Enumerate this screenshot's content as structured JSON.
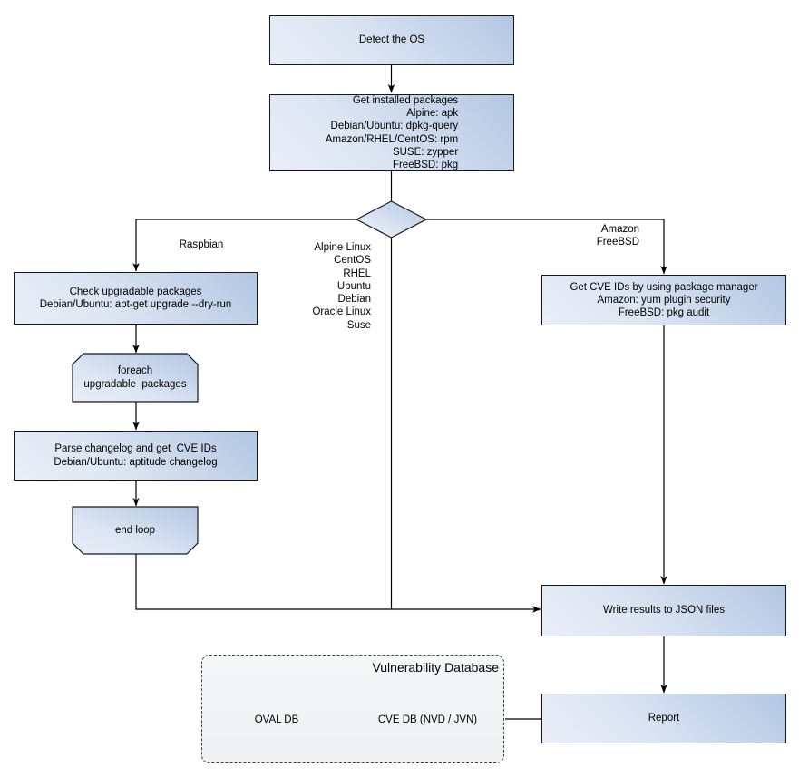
{
  "nodes": {
    "detect_os": {
      "label": "Detect the OS"
    },
    "get_installed_packages": {
      "label": "Get installed packages\nAlpine: apk\nDebian/Ubuntu: dpkg-query\nAmazon/RHEL/CentOS: rpm\nSUSE: zypper\nFreeBSD: pkg"
    },
    "check_upgradable": {
      "label": "Check upgradable packages\nDebian/Ubuntu: apt-get upgrade --dry-run"
    },
    "foreach_loop": {
      "label": "foreach\nupgradable  packages"
    },
    "parse_changelog": {
      "label": "Parse changelog and get  CVE IDs\nDebian/Ubuntu: aptitude changelog"
    },
    "end_loop": {
      "label": "end loop"
    },
    "get_cve_ids": {
      "label": "Get CVE IDs by using package manager\nAmazon: yum plugin security\nFreeBSD: pkg audit"
    },
    "write_results": {
      "label": "Write results to JSON files"
    },
    "report": {
      "label": "Report"
    }
  },
  "edge_labels": {
    "raspbian": "Raspbian",
    "middle_os_list": "Alpine Linux\nCentOS\nRHEL\nUbuntu\nDebian\nOracle Linux\nSuse",
    "amazon_freebsd": "Amazon\nFreeBSD"
  },
  "vulnerability_database": {
    "title": "Vulnerability Database",
    "oval_db": "OVAL DB",
    "cve_db": "CVE DB (NVD / JVN)"
  },
  "colors": {
    "node_fill_light": "#e9eef8",
    "node_fill_dark": "#b3c7e3",
    "node_border": "#16181c",
    "connector": "#000000",
    "container_fill": "#f1f2f3",
    "background": "#ffffff"
  }
}
